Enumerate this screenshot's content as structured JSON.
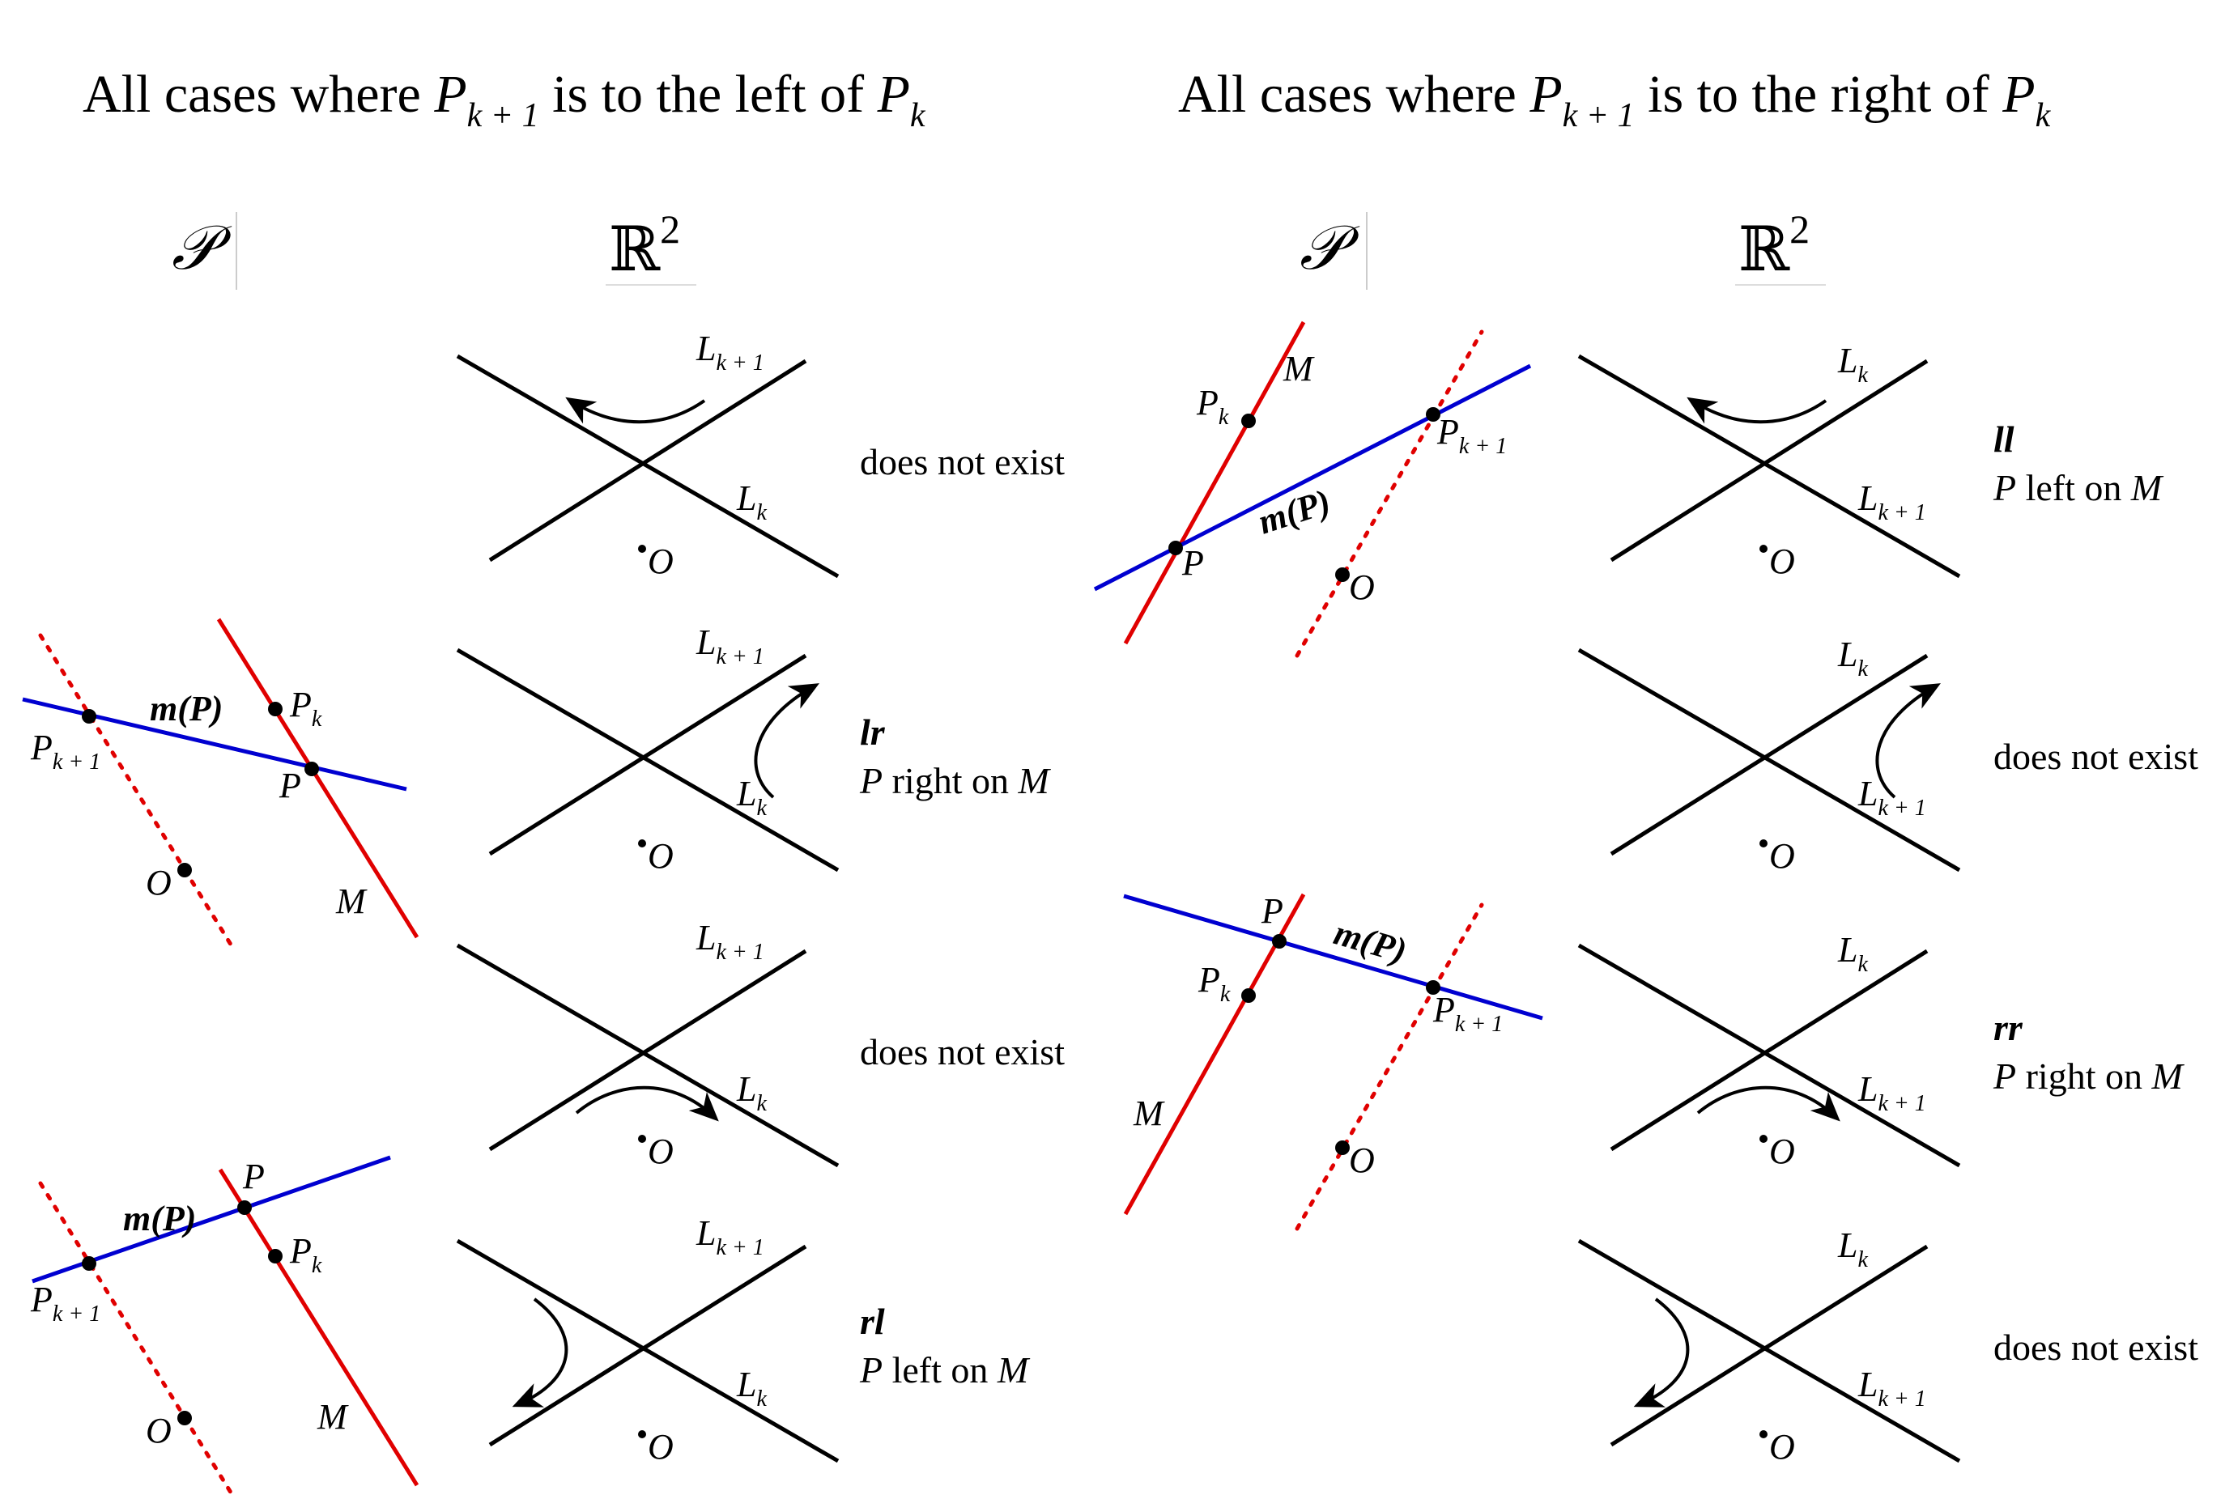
{
  "titles": {
    "left": {
      "prefix": "All cases where ",
      "p_sub": "k + 1",
      "mid": " is to the left of ",
      "pk_sub": "k"
    },
    "right": {
      "prefix": "All cases where ",
      "p_sub": "k + 1",
      "mid": " is to the right of ",
      "pk_sub": "k"
    }
  },
  "column_headers": {
    "plane": "𝒫",
    "r2_base": "ℝ",
    "r2_exp": "2"
  },
  "labels": {
    "P": "P",
    "M": "M",
    "O": "O",
    "L": "L",
    "m_of_P": "m(P)",
    "sub_k": "k",
    "sub_k1": "k + 1"
  },
  "captions": {
    "left": [
      {
        "code": "",
        "text": "does not exist"
      },
      {
        "code": "lr",
        "p": "P",
        "text": " right on ",
        "m": "M"
      },
      {
        "code": "",
        "text": "does not exist"
      },
      {
        "code": "rl",
        "p": "P",
        "text": " left on ",
        "m": "M"
      }
    ],
    "right": [
      {
        "code": "ll",
        "p": "P",
        "text": " left on ",
        "m": "M"
      },
      {
        "code": "",
        "text": "does not exist"
      },
      {
        "code": "rr",
        "p": "P",
        "text": " right on ",
        "m": "M"
      },
      {
        "code": "",
        "text": "does not exist"
      }
    ]
  },
  "colors": {
    "line_M": "#e00000",
    "line_m": "#0000d0",
    "lines": "#000000"
  }
}
